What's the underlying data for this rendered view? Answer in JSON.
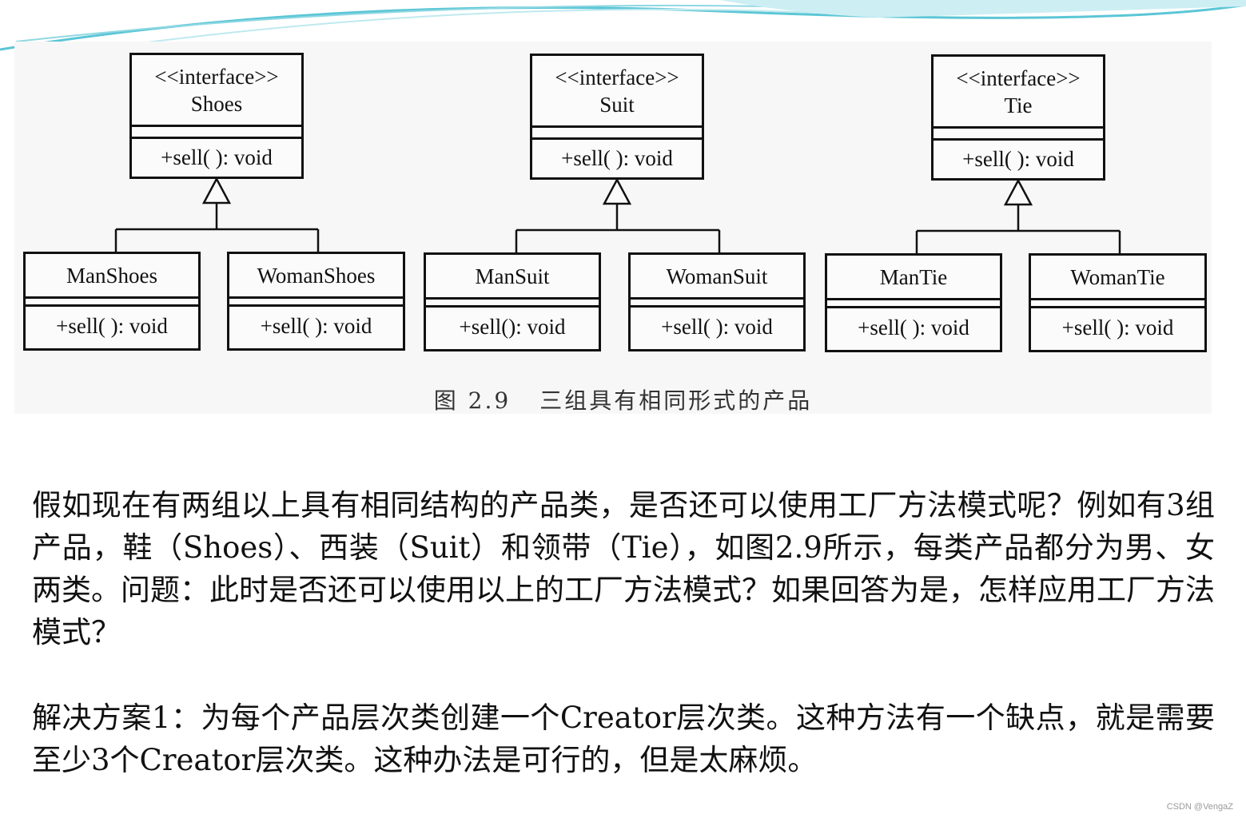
{
  "diagram": {
    "groups": [
      {
        "interface": {
          "stereotype": "<<interface>>",
          "name": "Shoes",
          "operation": "+sell( ): void"
        },
        "implementations": [
          {
            "name": "ManShoes",
            "operation": "+sell( ): void"
          },
          {
            "name": "WomanShoes",
            "operation": "+sell( ): void"
          }
        ]
      },
      {
        "interface": {
          "stereotype": "<<interface>>",
          "name": "Suit",
          "operation": "+sell( ): void"
        },
        "implementations": [
          {
            "name": "ManSuit",
            "operation": "+sell(): void"
          },
          {
            "name": "WomanSuit",
            "operation": "+sell( ): void"
          }
        ]
      },
      {
        "interface": {
          "stereotype": "<<interface>>",
          "name": "Tie",
          "operation": "+sell( ): void"
        },
        "implementations": [
          {
            "name": "ManTie",
            "operation": "+sell( ): void"
          },
          {
            "name": "WomanTie",
            "operation": "+sell( ): void"
          }
        ]
      }
    ],
    "caption_number": "图 2.9",
    "caption_text": "三组具有相同形式的产品"
  },
  "paragraphs": [
    "假如现在有两组以上具有相同结构的产品类，是否还可以使用工厂方法模式呢？例如有3组产品，鞋（Shoes）、西装（Suit）和领带（Tie），如图2.9所示，每类产品都分为男、女两类。问题：此时是否还可以使用以上的工厂方法模式？如果回答为是，怎样应用工厂方法模式？",
    "解决方案1：为每个产品层次类创建一个Creator层次类。这种方法有一个缺点，就是需要至少3个Creator层次类。这种办法是可行的，但是太麻烦。"
  ],
  "watermark": "CSDN @VengaZ",
  "colors": {
    "decor_teal": "#5bc6d6",
    "line": "#111111"
  }
}
